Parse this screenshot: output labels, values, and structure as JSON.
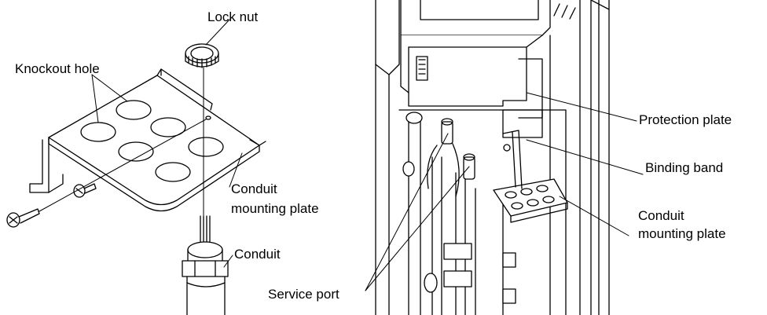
{
  "labels": {
    "lock_nut": "Lock nut",
    "knockout_hole": "Knockout hole",
    "conduit_mounting_plate_left_1": "Conduit",
    "conduit_mounting_plate_left_2": "mounting plate",
    "conduit": "Conduit",
    "service_port": "Service port",
    "protection_plate": "Protection plate",
    "binding_band": "Binding band",
    "conduit_mounting_plate_right_1": "Conduit",
    "conduit_mounting_plate_right_2": "mounting plate"
  },
  "colors": {
    "line": "#000000",
    "background": "#ffffff"
  }
}
